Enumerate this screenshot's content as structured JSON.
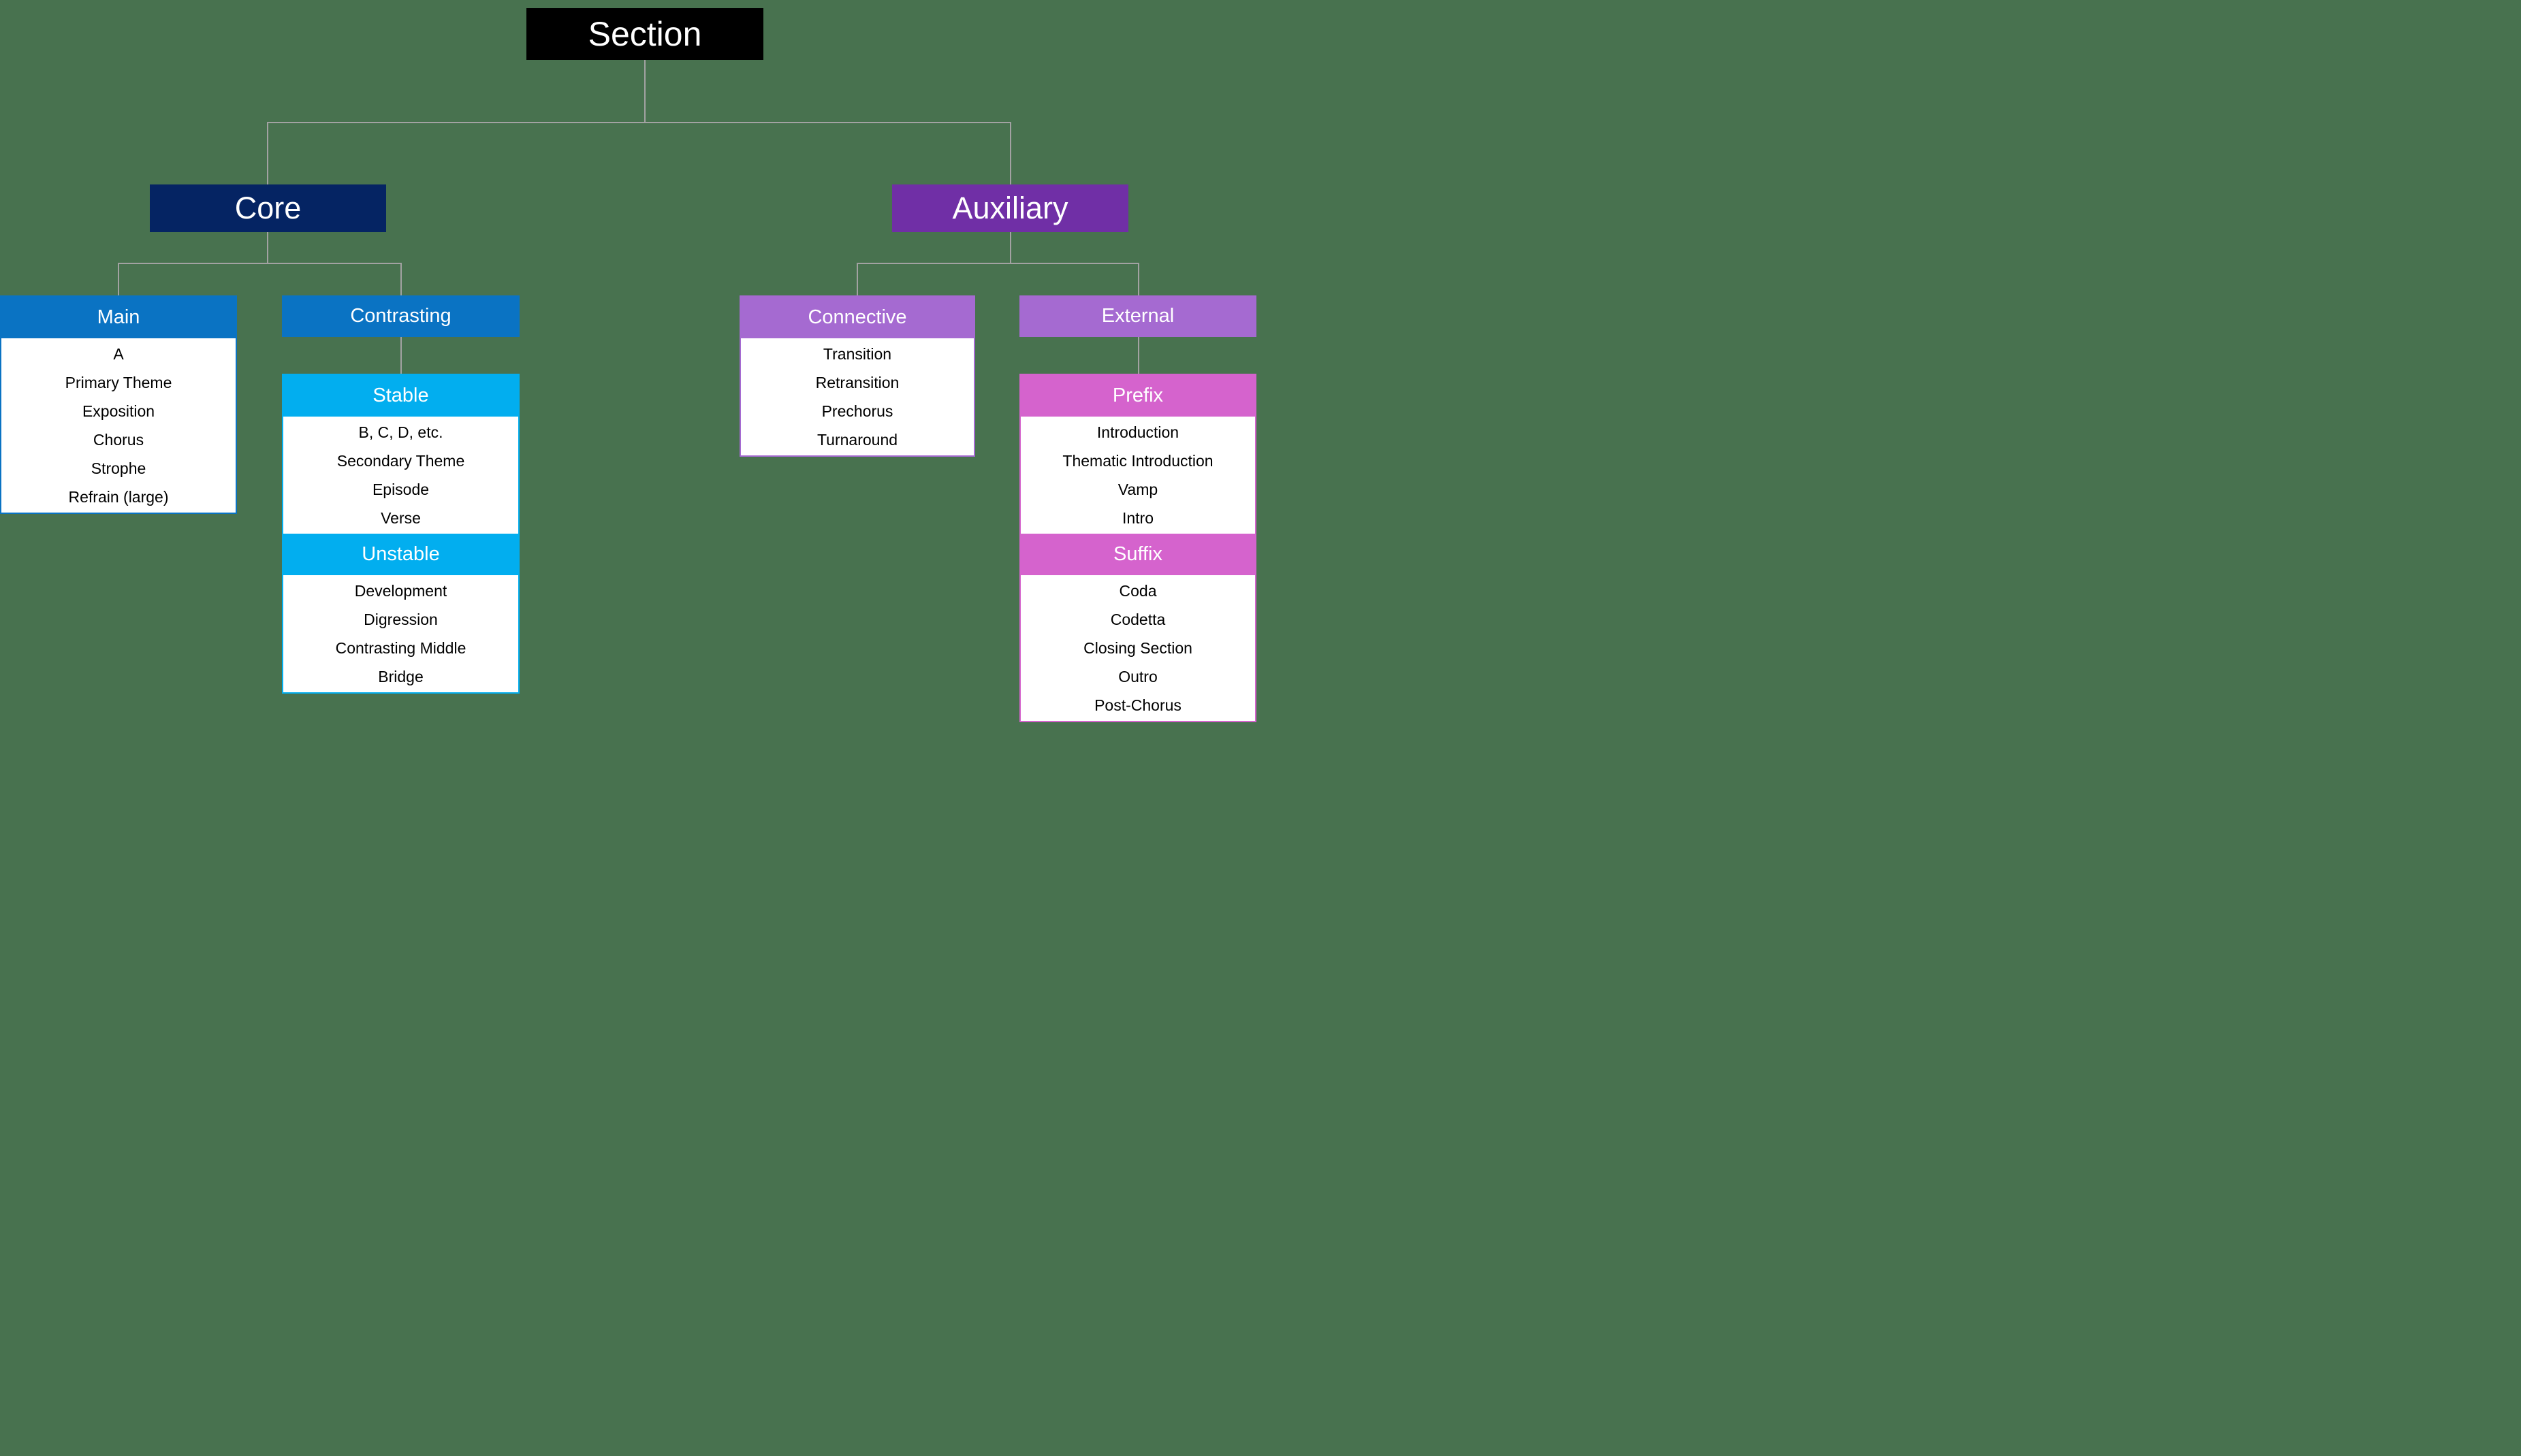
{
  "title": "Section hierarchy diagram",
  "colors": {
    "background": "#48724f",
    "connector": "#a2a2a2",
    "section": "#000000",
    "core": "#052463",
    "core_children": "#0a73c3",
    "core_grandchildren": "#02aeef",
    "auxiliary": "#702fa6",
    "auxiliary_children": "#a56ad1",
    "auxiliary_grandchildren": "#d563cd"
  },
  "root": {
    "label": "Section"
  },
  "core": {
    "label": "Core",
    "main": {
      "label": "Main",
      "items": [
        "A",
        "Primary Theme",
        "Exposition",
        "Chorus",
        "Strophe",
        "Refrain (large)"
      ]
    },
    "contrasting": {
      "label": "Contrasting",
      "stable": {
        "label": "Stable",
        "items": [
          "B, C, D, etc.",
          "Secondary Theme",
          "Episode",
          "Verse"
        ]
      },
      "unstable": {
        "label": "Unstable",
        "items": [
          "Development",
          "Digression",
          "Contrasting Middle",
          "Bridge"
        ]
      }
    }
  },
  "auxiliary": {
    "label": "Auxiliary",
    "connective": {
      "label": "Connective",
      "items": [
        "Transition",
        "Retransition",
        "Prechorus",
        "Turnaround"
      ]
    },
    "external": {
      "label": "External",
      "prefix": {
        "label": "Prefix",
        "items": [
          "Introduction",
          "Thematic Introduction",
          "Vamp",
          "Intro"
        ]
      },
      "suffix": {
        "label": "Suffix",
        "items": [
          "Coda",
          "Codetta",
          "Closing Section",
          "Outro",
          "Post-Chorus"
        ]
      }
    }
  }
}
